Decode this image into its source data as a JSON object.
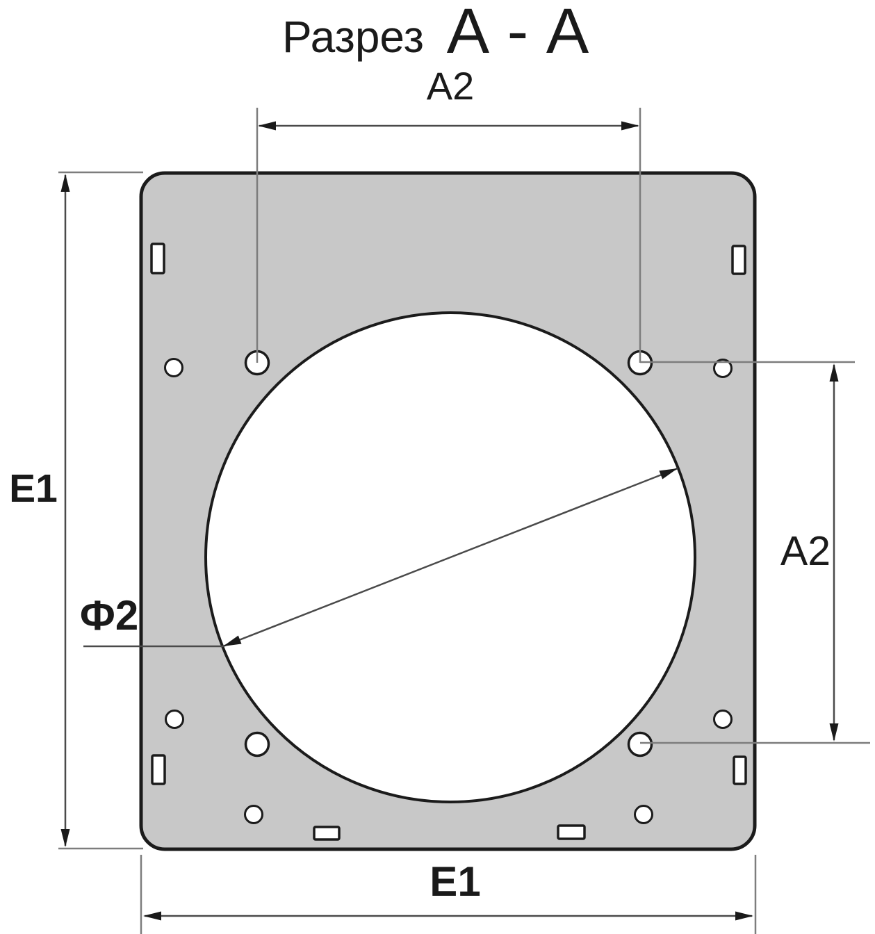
{
  "title": {
    "prefix": "Разрез",
    "section": "А - А"
  },
  "dimension_labels": {
    "top_hole_spacing": "A2",
    "right_hole_spacing": "A2",
    "left_overall_height": "E1",
    "bottom_overall_width": "E1",
    "opening_diameter": "Ф2"
  },
  "colors": {
    "background": "#ffffff",
    "plate_fill": "#c8c8c8",
    "outline": "#1b1b1b",
    "dimension_line": "#4a4a4a",
    "extension_line": "#7d7d7d",
    "text": "#1a1a1a"
  }
}
